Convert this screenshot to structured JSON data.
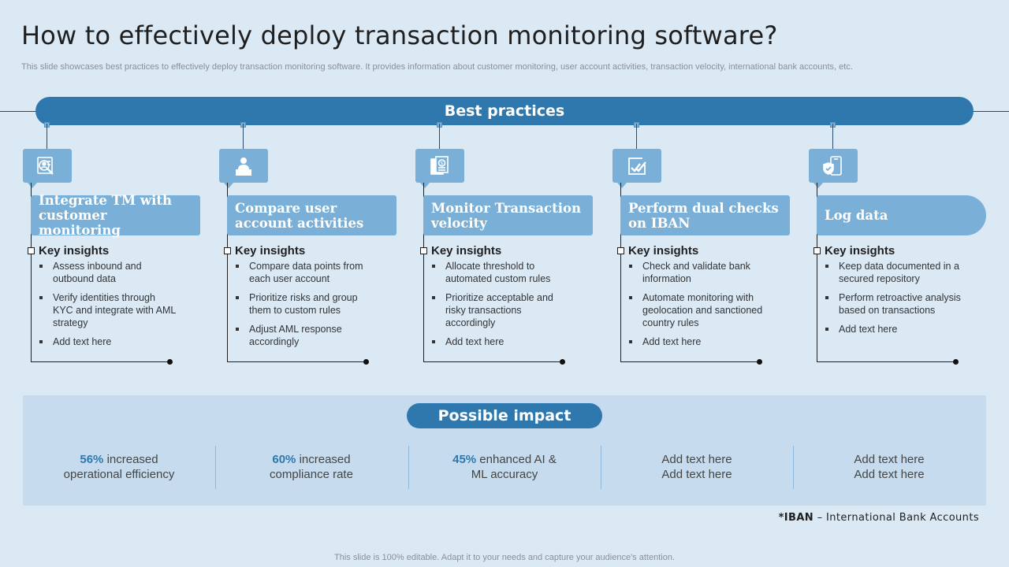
{
  "title": "How to effectively deploy transaction monitoring software?",
  "subtitle": "This slide showcases best practices to effectively deploy transaction monitoring software. It provides information about customer monitoring, user account activities, transaction velocity, international bank accounts, etc.",
  "banner": "Best practices",
  "key_insights_label": "Key insights",
  "practices": [
    {
      "icon": "magnifier-user-document-icon",
      "heading": "Integrate TM with customer monitoring",
      "bullets": [
        "Assess inbound and outbound data",
        "Verify identities through KYC and integrate with AML strategy",
        "Add text here"
      ]
    },
    {
      "icon": "user-podium-icon",
      "heading": "Compare user account activities",
      "bullets": [
        "Compare data points from each user account",
        "Prioritize risks and group them to custom rules",
        "Adjust AML response accordingly"
      ]
    },
    {
      "icon": "dollar-documents-icon",
      "heading": "Monitor Transaction velocity",
      "bullets": [
        "Allocate threshold to automated custom rules",
        "Prioritize acceptable and risky transactions accordingly",
        "Add text here"
      ]
    },
    {
      "icon": "double-checkmark-icon",
      "heading": "Perform dual checks on IBAN",
      "bullets": [
        "Check and validate bank information",
        "Automate monitoring with geolocation and sanctioned country rules",
        "Add text  here"
      ]
    },
    {
      "icon": "mobile-shield-icon",
      "heading": "Log data",
      "bullets": [
        "Keep data documented in a secured repository",
        "Perform retroactive analysis based on transactions",
        "Add text here"
      ]
    }
  ],
  "impact": {
    "title": "Possible impact",
    "items": [
      {
        "pct": "56%",
        "line1": " increased",
        "line2": "operational efficiency"
      },
      {
        "pct": "60%",
        "line1": " increased",
        "line2": "compliance rate"
      },
      {
        "pct": "45%",
        "line1": " enhanced AI &",
        "line2": "ML accuracy"
      },
      {
        "pct": "",
        "line1": "Add text here",
        "line2": "Add text here"
      },
      {
        "pct": "",
        "line1": "Add text here",
        "line2": "Add text here"
      }
    ]
  },
  "footnote": {
    "term": "*IBAN",
    "definition": " – International Bank Accounts"
  },
  "bottom_note": "This slide is 100% editable. Adapt it to your needs and capture your audience's attention.",
  "colors": {
    "accent": "#2f78ad",
    "light_accent": "#7ab0d8",
    "background": "#dbe9f5",
    "panel": "#c6dcee"
  }
}
